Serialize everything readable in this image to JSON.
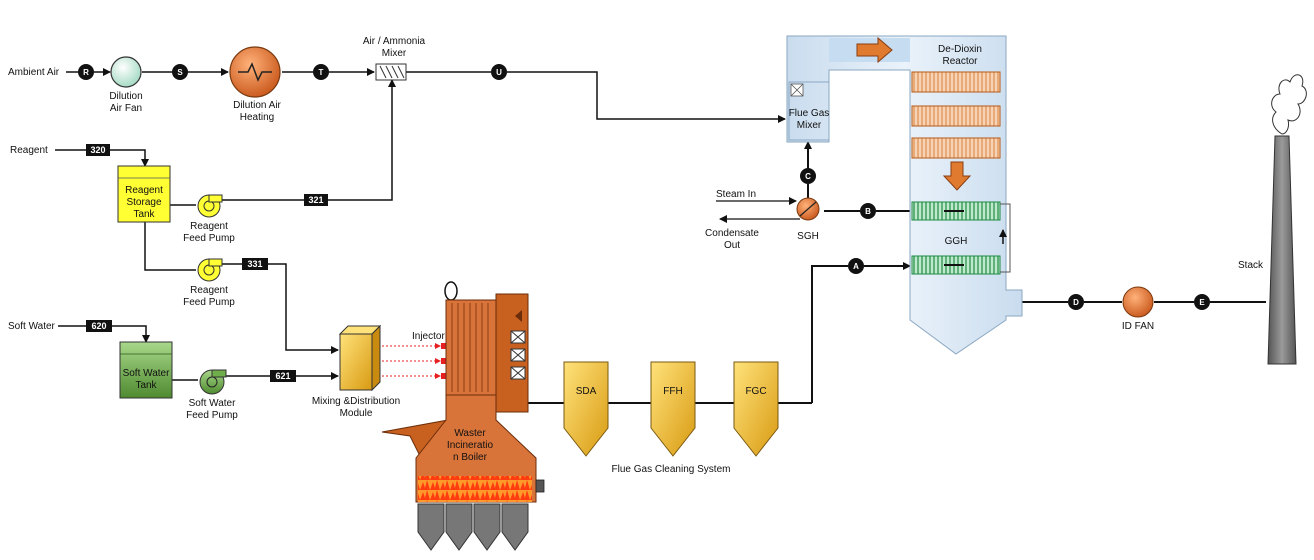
{
  "colors": {
    "line": "#111111",
    "orange": "#e07a2e",
    "reactor": "#dce9f5",
    "catalyst": "#f7d3b5",
    "ggh": "#3fb76a",
    "yellow": "#ffff33",
    "green_tank": "#6fae4a",
    "gold": "#f2b52c",
    "fire": "#ff7a1a",
    "injector": "#e62020"
  },
  "labels": {
    "ambient_air": "Ambient Air",
    "dilution_fan": [
      "Dilution",
      "Air Fan"
    ],
    "dilution_heating": [
      "Dilution Air",
      "Heating"
    ],
    "mixer": [
      "Air / Ammonia",
      "Mixer"
    ],
    "reagent": "Reagent",
    "reagent_tank": [
      "Reagent",
      "Storage",
      "Tank"
    ],
    "reagent_pump1": [
      "Reagent",
      "Feed Pump"
    ],
    "reagent_pump2": [
      "Reagent",
      "Feed Pump"
    ],
    "soft_water": "Soft Water",
    "soft_water_tank": [
      "Soft Water",
      "Tank"
    ],
    "soft_water_pump": [
      "Soft Water",
      "Feed Pump"
    ],
    "mixing_module": [
      "Mixing &Distribution",
      "Module"
    ],
    "injector": "Injector",
    "boiler": [
      "Waster",
      "Incineratio",
      "n Boiler"
    ],
    "sda": "SDA",
    "ffh": "FFH",
    "fgc": "FGC",
    "flue_gas_cleaning": "Flue Gas Cleaning System",
    "flue_gas_mixer": [
      "Flue Gas",
      "Mixer"
    ],
    "reactor": [
      "De-Dioxin",
      "Reactor"
    ],
    "steam_in": "Steam In",
    "condensate": [
      "Condensate",
      "Out"
    ],
    "sgh": "SGH",
    "ggh": "GGH",
    "id_fan": "ID FAN",
    "stack": "Stack"
  },
  "nodes": {
    "R": "R",
    "S": "S",
    "T": "T",
    "U": "U",
    "A": "A",
    "B": "B",
    "C": "C",
    "D": "D",
    "E": "E"
  },
  "tags": {
    "t320": "320",
    "t321": "321",
    "t331": "331",
    "t620": "620",
    "t621": "621"
  }
}
